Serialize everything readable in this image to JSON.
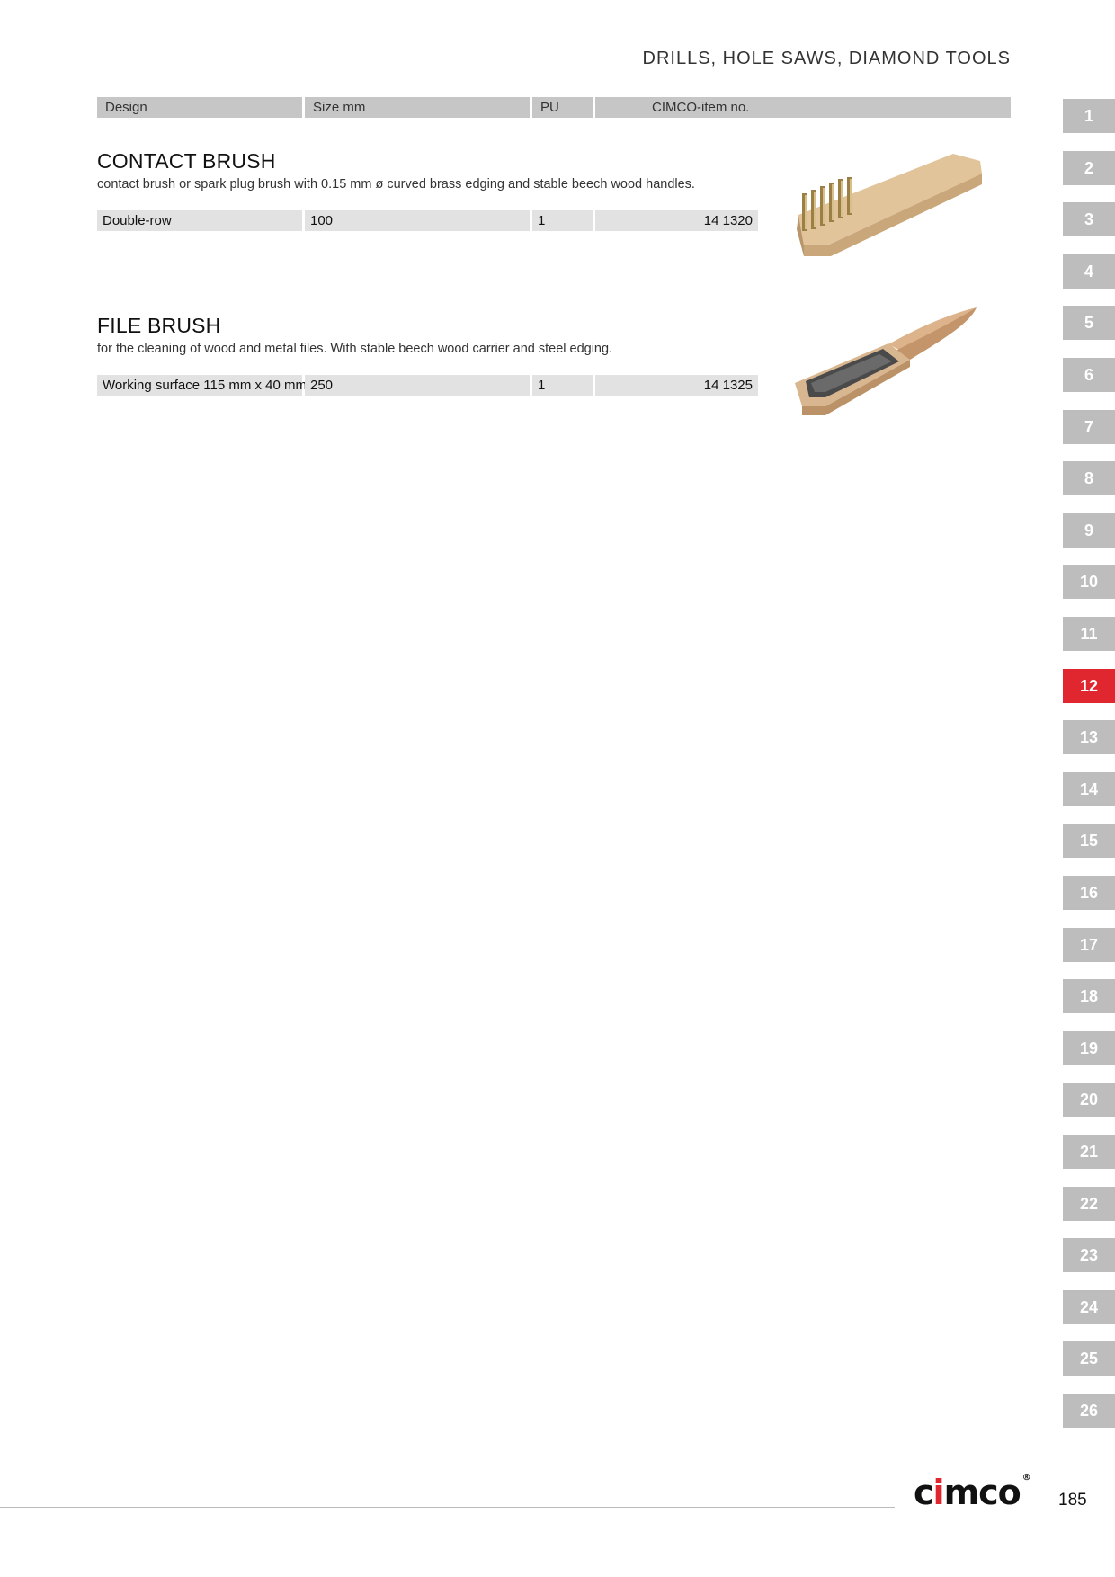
{
  "header": {
    "title": "DRILLS, HOLE SAWS, DIAMOND TOOLS"
  },
  "columns": {
    "design": "Design",
    "size": "Size mm",
    "pu": "PU",
    "item_no": "CIMCO-item no."
  },
  "products": [
    {
      "title": "CONTACT BRUSH",
      "description": "contact brush or spark plug brush with 0.15 mm ø curved brass edging and stable beech wood handles.",
      "row": {
        "design": "Double-row",
        "size": "100",
        "pu": "1",
        "item_no": "14 1320"
      }
    },
    {
      "title": "FILE BRUSH",
      "description": "for the cleaning of wood and metal files. With stable beech wood carrier and steel edging.",
      "row": {
        "design": "Working surface 115 mm x 40 mm",
        "size": "250",
        "pu": "1",
        "item_no": "14 1325"
      }
    }
  ],
  "tabs": [
    "1",
    "2",
    "3",
    "4",
    "5",
    "6",
    "7",
    "8",
    "9",
    "10",
    "11",
    "12",
    "13",
    "14",
    "15",
    "16",
    "17",
    "18",
    "19",
    "20",
    "21",
    "22",
    "23",
    "24",
    "25",
    "26"
  ],
  "active_tab": "12",
  "footer": {
    "brand": "cimco",
    "brand_i": "i",
    "brand_c": "c",
    "brand_rest": "mco",
    "registered": "®",
    "page_number": "185"
  },
  "colors": {
    "accent": "#e0262e",
    "tab_inactive": "#bdbdbd",
    "header_cell": "#c6c6c6",
    "row_cell": "#e2e2e2"
  }
}
